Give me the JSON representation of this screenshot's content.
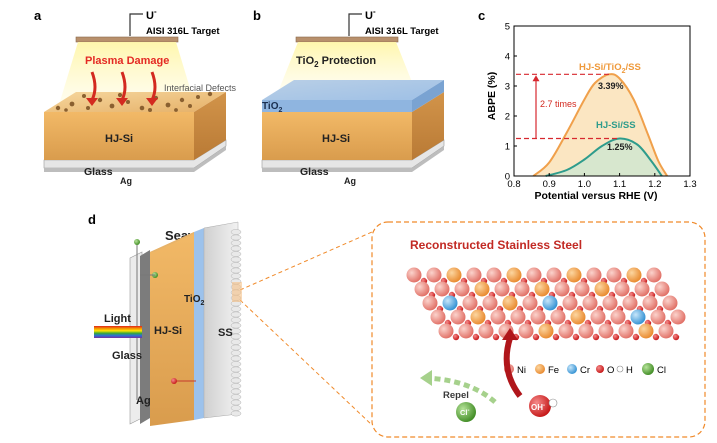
{
  "panel_a": {
    "letter": "a",
    "voltage": "U",
    "voltage_sup": "-",
    "target": "AISI 316L Target",
    "plasma": "Plasma Damage",
    "defects": "Interfacial Defects",
    "hjsi": "HJ-Si",
    "glass": "Glass",
    "ag": "Ag"
  },
  "panel_b": {
    "letter": "b",
    "voltage": "U",
    "voltage_sup": "-",
    "target": "AISI 316L Target",
    "protection_pre": "TiO",
    "protection_sub": "2",
    "protection_post": " Protection",
    "tio2": "TiO",
    "tio2_sub": "2",
    "hjsi": "HJ-Si",
    "glass": "Glass",
    "ag": "Ag"
  },
  "panel_c": {
    "letter": "c",
    "ratio": "2.7 times",
    "label_top_pre": "HJ-Si/TiO",
    "label_top_sub": "2",
    "label_top_post": "/SS",
    "label_bottom": "HJ-Si/SS",
    "peak_top": "3.39%",
    "peak_bottom": "1.25%",
    "colors": {
      "top": "#f0a04b",
      "bottom": "#2e9c8c",
      "dash": "#d7282f"
    }
  },
  "chart_data": {
    "type": "area",
    "xlabel": "Potential versus RHE (V)",
    "ylabel": "ABPE (%)",
    "xlim": [
      0.8,
      1.3
    ],
    "ylim": [
      0,
      5
    ],
    "xticks": [
      "0.8",
      "0.9",
      "1.0",
      "1.1",
      "1.2",
      "1.3"
    ],
    "yticks": [
      "0",
      "1",
      "2",
      "3",
      "4",
      "5"
    ],
    "series": [
      {
        "name": "HJ-Si/TiO2/SS",
        "peak_x": 1.07,
        "peak_y": 3.39,
        "x": [
          0.855,
          0.9,
          0.95,
          1.0,
          1.03,
          1.07,
          1.1,
          1.14,
          1.18,
          1.21,
          1.235
        ],
        "y": [
          0,
          0.45,
          1.45,
          2.55,
          3.1,
          3.39,
          3.25,
          2.55,
          1.4,
          0.5,
          0
        ]
      },
      {
        "name": "HJ-Si/SS",
        "peak_x": 1.1,
        "peak_y": 1.25,
        "x": [
          0.89,
          0.95,
          1.0,
          1.05,
          1.1,
          1.15,
          1.19,
          1.22
        ],
        "y": [
          0,
          0.2,
          0.55,
          1.0,
          1.25,
          1.05,
          0.5,
          0
        ]
      }
    ]
  },
  "panel_d": {
    "letter": "d",
    "seawater": "Seawater",
    "light": "Light",
    "hjsi": "HJ-Si",
    "glass": "Glass",
    "ag": "Ag",
    "tio2": "TiO",
    "tio2_sub": "2",
    "ss": "SS",
    "reconstructed": "Reconstructed Stainless Steel",
    "repel": "Repel",
    "cl_ion": "Cl",
    "cl_sup": "-",
    "oh_ion": "OH",
    "oh_sup": "-",
    "legend": [
      "Ni",
      "Fe",
      "Cr",
      "O",
      "H",
      "Cl"
    ],
    "colors": {
      "ni": "#e8837a",
      "fe": "#ef9a3c",
      "cr": "#4ea6dd",
      "o": "#d42020",
      "cl": "#4e9a30",
      "orange_dash": "#f08a2a"
    }
  }
}
